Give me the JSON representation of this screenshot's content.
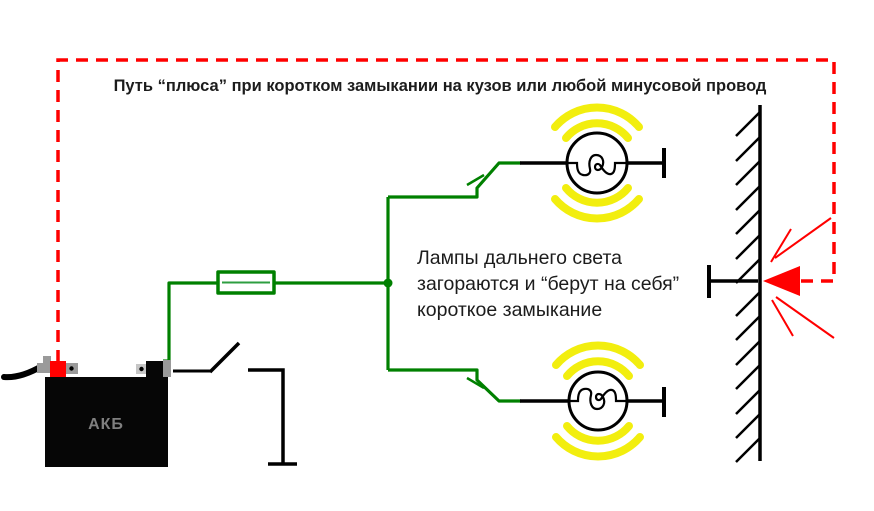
{
  "title": "Путь “плюса” при коротком замыкании на кузов или любой минусовой провод",
  "note": {
    "line1": "Лампы дальнего света",
    "line2": "загораются и “берут на себя”",
    "line3": "короткое замыкание"
  },
  "battery": {
    "label": "АКБ"
  },
  "colors": {
    "wire_green": "#008000",
    "fuse_inner_green": "#2e9e40",
    "short_circuit_red": "#ff0000",
    "glow_yellow": "#f2ee0e",
    "wire_black": "#000000",
    "battery_label_gray": "#7f7f7f",
    "text_ink": "#1c1c1c",
    "clamp_gray": "#9a9a9a",
    "clamp_light_gray": "#c6c6c6"
  }
}
